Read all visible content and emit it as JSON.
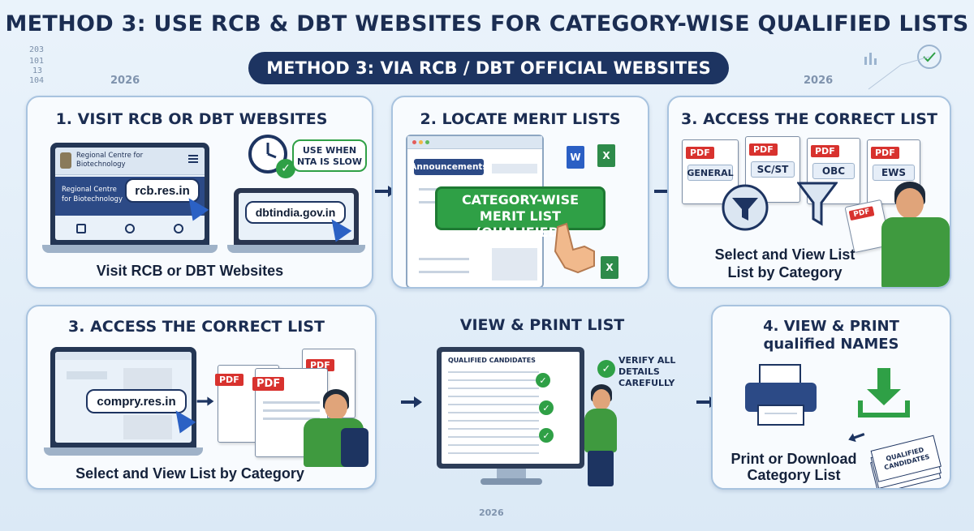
{
  "header": {
    "title": "METHOD 3: USE RCB & DBT WEBSITES FOR CATEGORY-WISE QUALIFIED LISTS",
    "subtitle": "METHOD 3: VIA RCB / DBT OFFICIAL WEBSITES"
  },
  "decor": {
    "year_left": "2026",
    "year_right": "2026",
    "year_bottom": "2026",
    "numbers": [
      "203",
      "101",
      "13",
      "104"
    ]
  },
  "panels": {
    "p1": {
      "title": "1. VISIT RCB OR DBT WEBSITES",
      "site_header": "Regional Centre for Biotechnology",
      "site_name": "Regional Centre for Biotechnology",
      "url1": "rcb.res.in",
      "url2": "dbtindia.gov.in",
      "badge": "USE WHEN NTA IS SLOW",
      "caption": "Visit RCB or DBT Websites"
    },
    "p2": {
      "title": "2. LOCATE MERIT LISTS",
      "tab_label": "Announcements",
      "highlight": "CATEGORY-WISE MERIT LIST (QUALIFIED)",
      "file_icons": [
        "W",
        "X",
        "X"
      ]
    },
    "p3": {
      "title": "3. ACCESS THE CORRECT LIST",
      "pdf_tag": "PDF",
      "categories": [
        "GENERAL",
        "SC/ST",
        "OBC",
        "EWS"
      ],
      "caption_line1": "Select and View List",
      "caption_line2": "List by Category"
    },
    "p4": {
      "title": "3. ACCESS THE CORRECT LIST",
      "url": "compry.res.in",
      "pdf_tag": "PDF",
      "caption": "Select and View List by Category"
    },
    "p5": {
      "title": "VIEW & PRINT LIST",
      "list_header": "QUALIFIED CANDIDATES",
      "verify": "VERIFY ALL DETAILS CAREFULLY"
    },
    "p6": {
      "title_line1": "4. VIEW & PRINT",
      "title_line2": "qualified NAMES",
      "caption_line1": "Print or Download",
      "caption_line2": "Category List",
      "stack_label": "QUALIFIED CANDIDATES"
    }
  },
  "colors": {
    "navy": "#1d3461",
    "green": "#2fa046",
    "pdf_red": "#d8322e",
    "panel_border": "#a8c3df"
  }
}
